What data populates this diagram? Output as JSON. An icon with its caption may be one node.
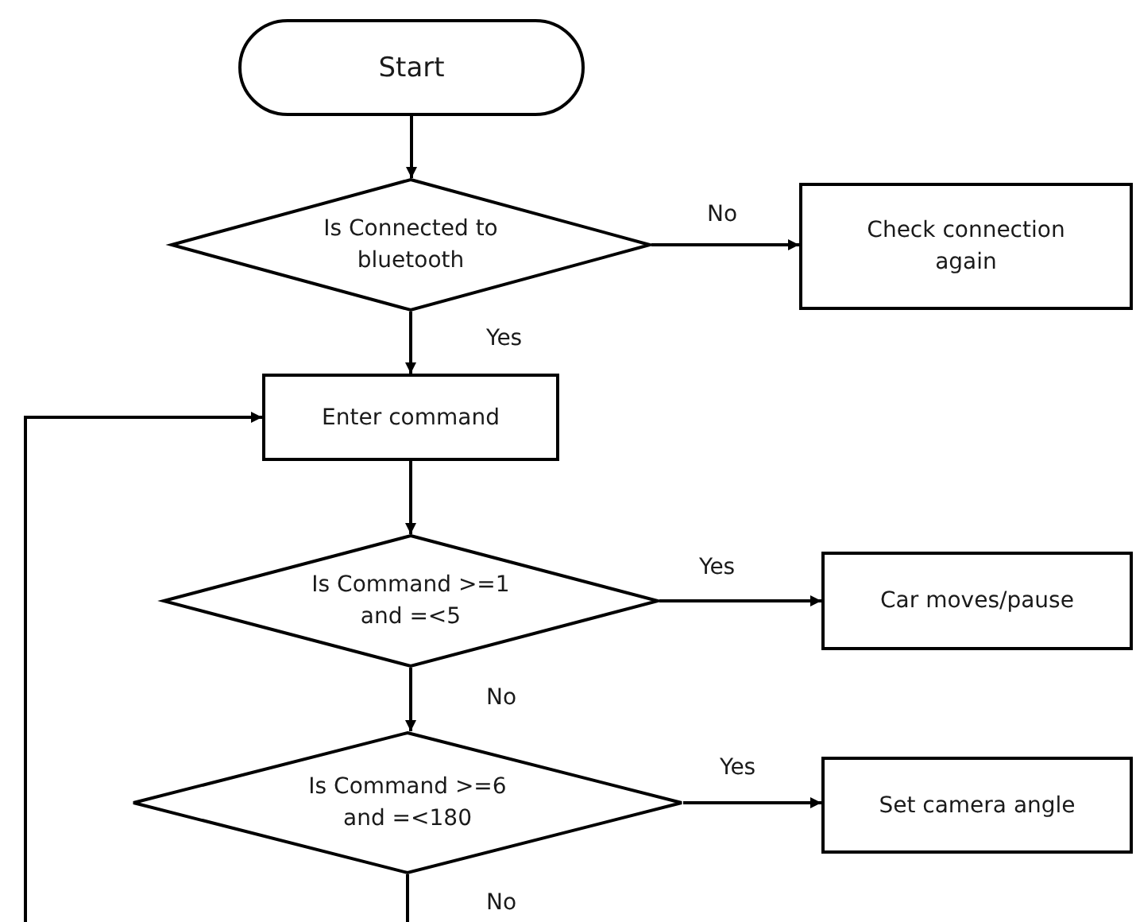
{
  "diagram": {
    "nodes": [
      {
        "text": [
          "Start"
        ]
      },
      {
        "text": [
          "Is Connected to bluetooth"
        ]
      },
      {
        "text": [
          "Check connection again"
        ]
      },
      {
        "text": [
          "Enter command"
        ]
      },
      {
        "text": [
          "Is Command >=1 and =<5"
        ]
      },
      {
        "text": [
          "Car moves/pause"
        ]
      },
      {
        "text": [
          "Is Command >=6 and =<180"
        ]
      },
      {
        "text": [
          "Set camera angle"
        ]
      }
    ],
    "edges": [
      {
        "from": 0,
        "to": 1,
        "arrow": "to"
      },
      {
        "from": 1,
        "to": 2,
        "arrow": "to",
        "label": "No"
      },
      {
        "from": 1,
        "to": 3,
        "arrow": "to",
        "label": "Yes"
      },
      {
        "from": 3,
        "to": 4,
        "arrow": "to"
      },
      {
        "from": 4,
        "to": 5,
        "arrow": "to",
        "label": "Yes"
      },
      {
        "from": 4,
        "to": 6,
        "arrow": "to",
        "label": "No"
      },
      {
        "from": 6,
        "to": 7,
        "arrow": "to",
        "label": "Yes"
      },
      {
        "from": 6,
        "to": null,
        "arrow": "none",
        "label": "No"
      },
      {
        "from": null,
        "to": 3,
        "arrow": "to"
      }
    ]
  }
}
